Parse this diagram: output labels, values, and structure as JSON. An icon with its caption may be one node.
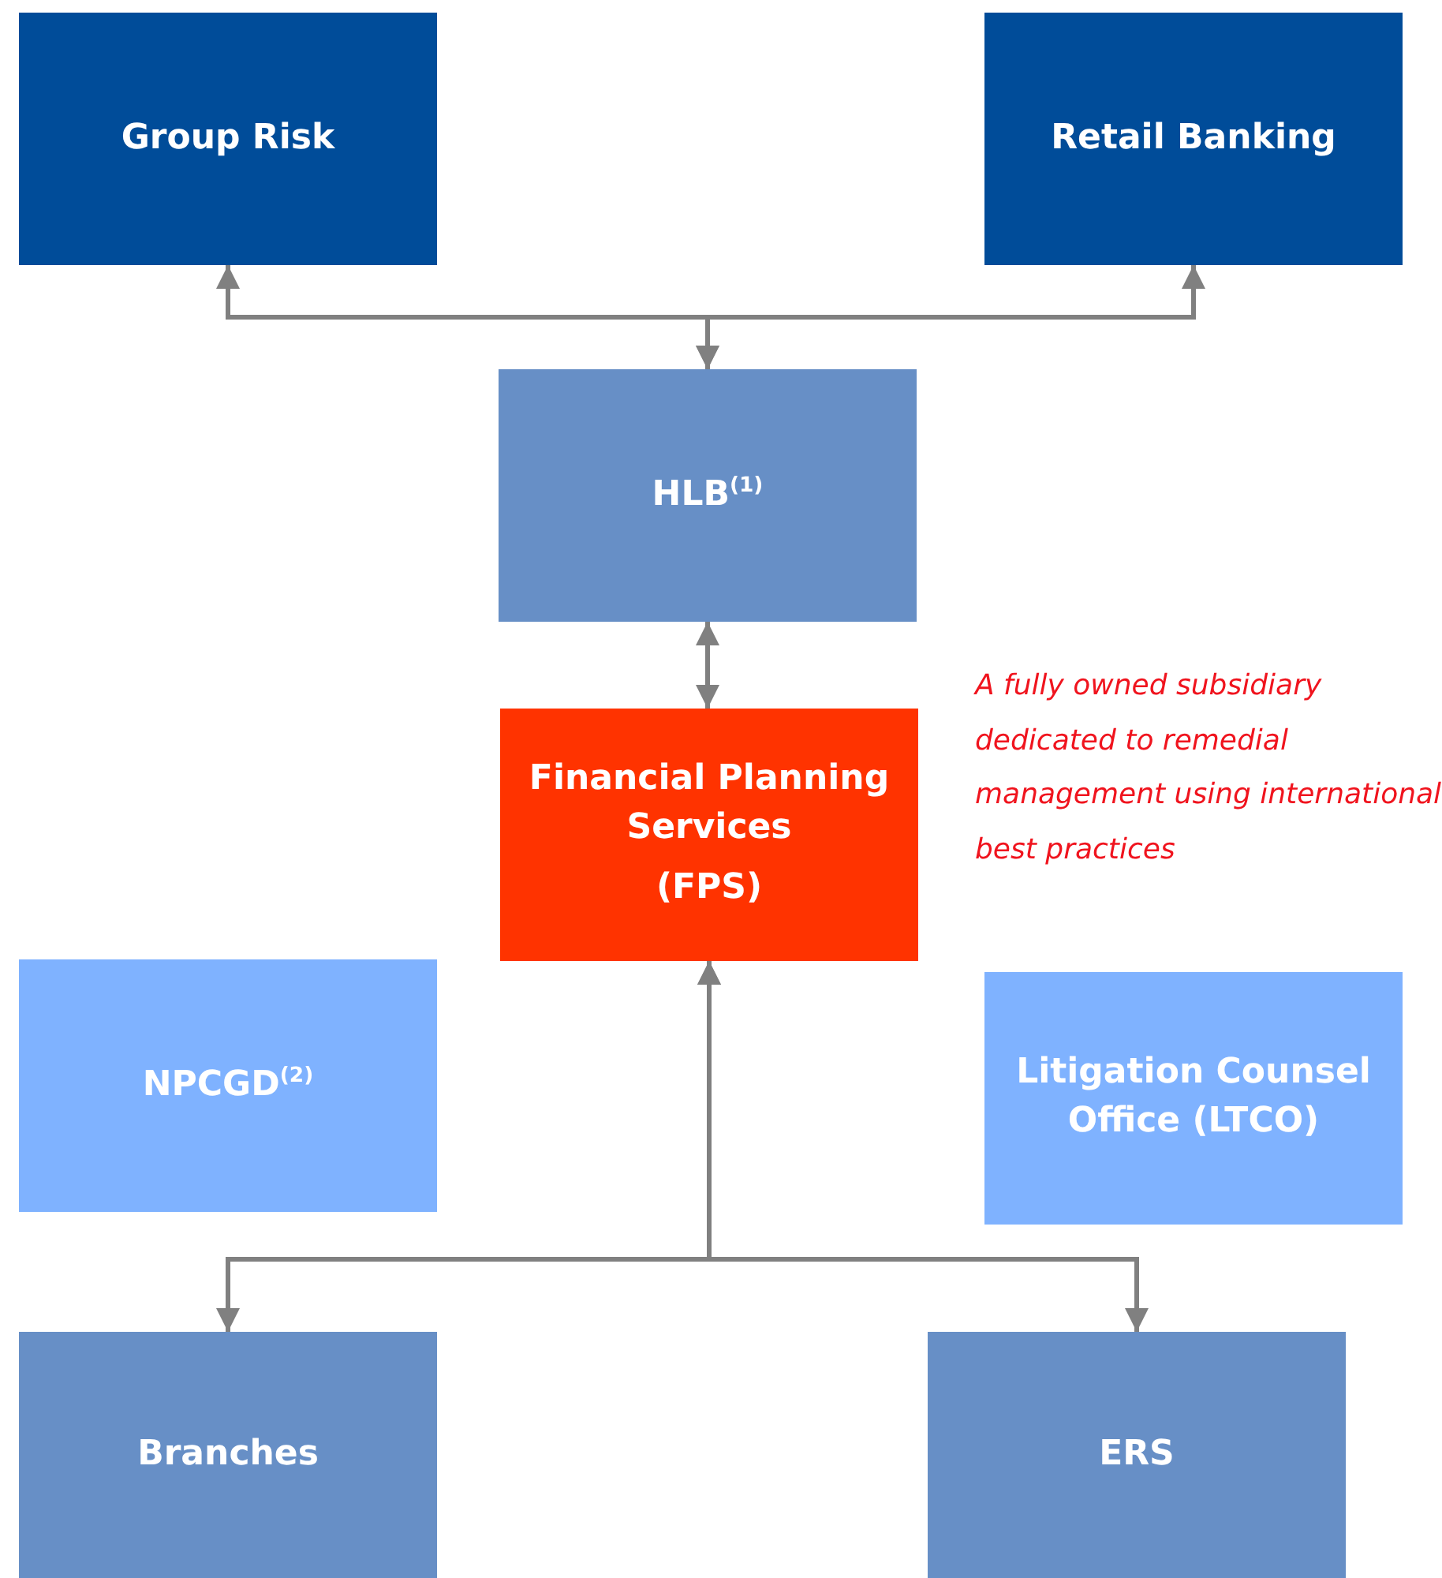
{
  "diagram": {
    "nodes": [
      {
        "text": [
          "Group Risk"
        ]
      },
      {
        "text": [
          "Retail Banking"
        ]
      },
      {
        "text": [
          "HLB$^{(1)}$"
        ]
      },
      {
        "text": [
          "Financial Planning Services",
          "(FPS)"
        ]
      },
      {
        "text": [
          "NPCGD$^{(2)}$"
        ]
      },
      {
        "text": [
          "Litigation Counsel Office (LTCO)"
        ]
      },
      {
        "text": [
          "Branches"
        ]
      },
      {
        "text": [
          "ERS"
        ]
      }
    ],
    "edges": [
      {
        "from": 2,
        "to": 0,
        "arrow": "both"
      },
      {
        "from": 2,
        "to": 1,
        "arrow": "both"
      },
      {
        "from": 2,
        "to": 3,
        "arrow": "both"
      },
      {
        "from": 3,
        "to": 6,
        "arrow": "both"
      },
      {
        "from": 3,
        "to": 7,
        "arrow": "both"
      }
    ],
    "labels": [
      "A fully owned subsidiary dedicated to remedial management using international best practices"
    ]
  }
}
